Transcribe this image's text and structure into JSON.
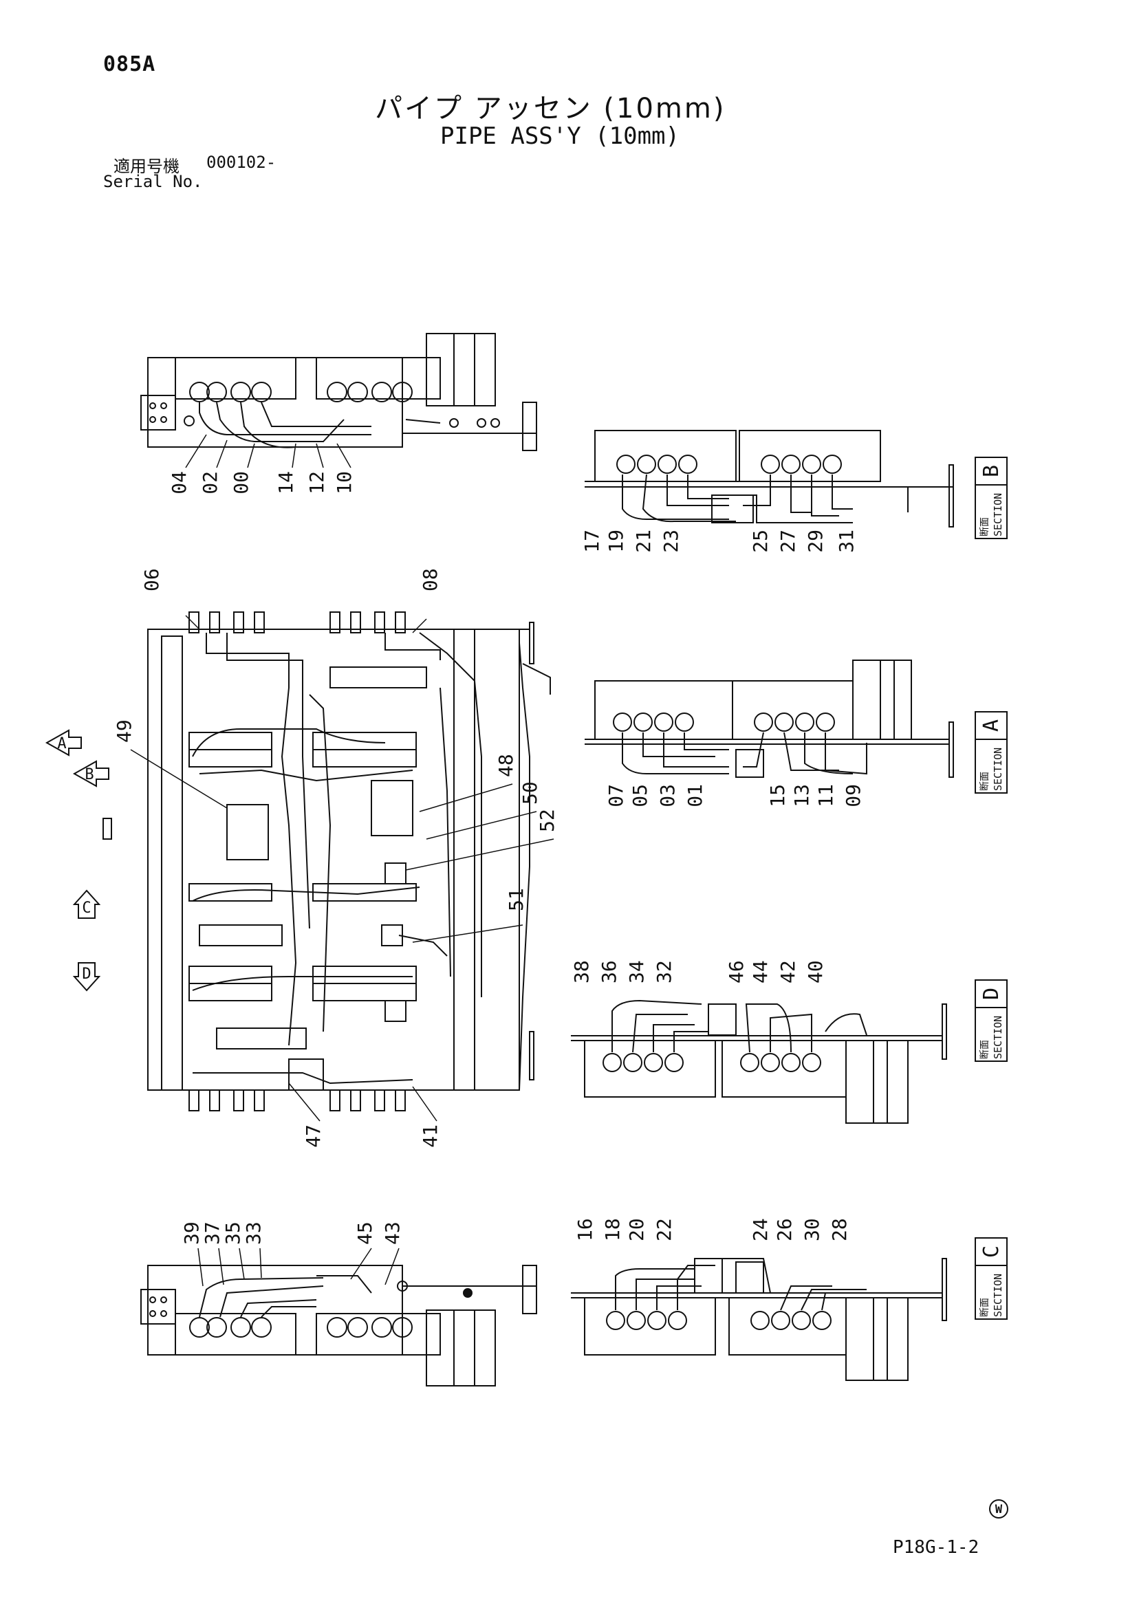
{
  "header": {
    "page_code": "085A",
    "title_jp": "パイプ アッセン (10mm)",
    "title_en": "PIPE ASS'Y (10mm)",
    "serial_label_jp": "適用号機",
    "serial_label_en": "Serial No.",
    "serial_value": "000102-"
  },
  "footer": {
    "page_ref": "P18G-1-2",
    "mark": "W"
  },
  "view_arrows": [
    "A",
    "B",
    "C",
    "D"
  ],
  "sections": [
    {
      "id": "B",
      "label_jp": "断面",
      "label_en": "SECTION",
      "letter": "B"
    },
    {
      "id": "A",
      "label_jp": "断面",
      "label_en": "SECTION",
      "letter": "A"
    },
    {
      "id": "D",
      "label_jp": "断面",
      "label_en": "SECTION",
      "letter": "D"
    },
    {
      "id": "C",
      "label_jp": "断面",
      "label_en": "SECTION",
      "letter": "C"
    }
  ],
  "callouts": {
    "top_left": [
      "04",
      "02",
      "00",
      "14",
      "12",
      "10"
    ],
    "section_b": [
      "17",
      "19",
      "21",
      "23",
      "25",
      "27",
      "29",
      "31"
    ],
    "plan_top": [
      "06",
      "08"
    ],
    "plan_side": [
      "49",
      "48",
      "50",
      "52",
      "51"
    ],
    "plan_bottom": [
      "47",
      "41"
    ],
    "section_a": [
      "07",
      "05",
      "03",
      "01",
      "15",
      "13",
      "11",
      "09"
    ],
    "section_d": [
      "38",
      "36",
      "34",
      "32",
      "46",
      "44",
      "42",
      "40"
    ],
    "bottom_left": [
      "39",
      "37",
      "35",
      "33",
      "45",
      "43"
    ],
    "section_c": [
      "16",
      "18",
      "20",
      "22",
      "24",
      "26",
      "30",
      "28"
    ]
  }
}
